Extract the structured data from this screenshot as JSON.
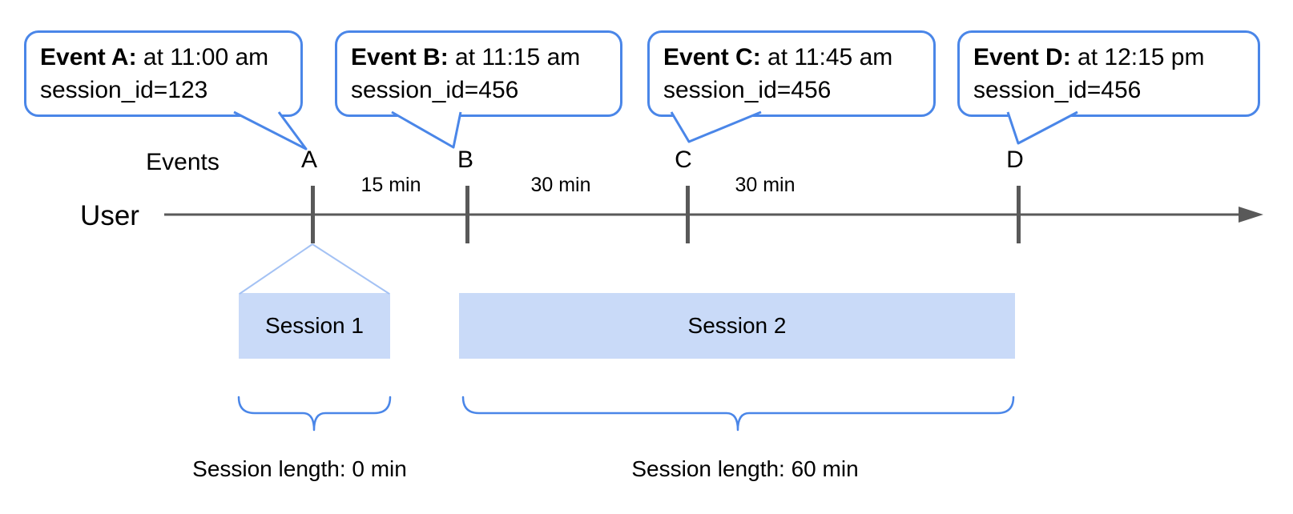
{
  "diagram": {
    "axis": {
      "events_label": "Events",
      "user_label": "User"
    },
    "events": [
      {
        "letter": "A",
        "bubble_bold": "Event A:",
        "bubble_time": "at 11:00 am",
        "bubble_session": "session_id=123"
      },
      {
        "letter": "B",
        "bubble_bold": "Event B:",
        "bubble_time": "at 11:15 am",
        "bubble_session": "session_id=456"
      },
      {
        "letter": "C",
        "bubble_bold": "Event C:",
        "bubble_time": "at 11:45 am",
        "bubble_session": "session_id=456"
      },
      {
        "letter": "D",
        "bubble_bold": "Event D:",
        "bubble_time": "at 12:15 pm",
        "bubble_session": "session_id=456"
      }
    ],
    "intervals": [
      {
        "label": "15 min"
      },
      {
        "label": "30 min"
      },
      {
        "label": "30 min"
      }
    ],
    "sessions": [
      {
        "label": "Session 1",
        "length": "Session length: 0 min"
      },
      {
        "label": "Session 2",
        "length": "Session length: 60 min"
      }
    ],
    "colors": {
      "bubble_border_blue": "#4a86e8",
      "session_fill_blue": "#c9daf8",
      "funnel_line_blue": "#a4c2f4",
      "timeline_gray": "#595959"
    }
  }
}
